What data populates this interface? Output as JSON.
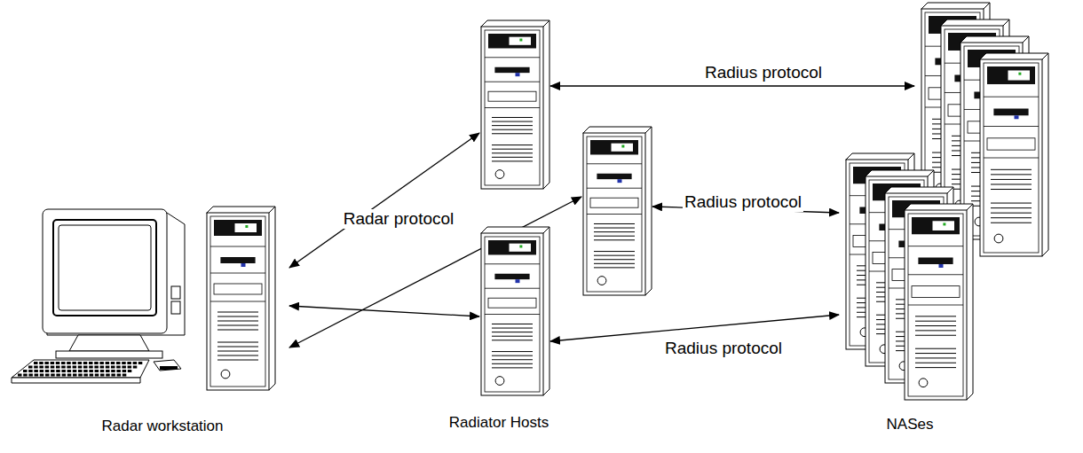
{
  "diagram": {
    "nodes": [
      {
        "text": [
          "Radar workstation"
        ]
      },
      {
        "text": [
          "Radiator Hosts"
        ]
      },
      {
        "text": [],
        "in": 1
      },
      {
        "text": [],
        "in": 1
      },
      {
        "text": [],
        "in": 1
      },
      {
        "text": [
          "NASes"
        ]
      },
      {
        "text": [],
        "in": 5
      },
      {
        "text": [],
        "in": 5
      }
    ],
    "edges": [
      {
        "from": 0,
        "to": 2,
        "arrow": "both"
      },
      {
        "from": 0,
        "to": 3,
        "label": "Radar protocol",
        "arrow": "both"
      },
      {
        "from": 0,
        "to": 4,
        "arrow": "both"
      },
      {
        "from": 2,
        "to": 6,
        "label": "Radius protocol",
        "arrow": "both"
      },
      {
        "from": 3,
        "to": 7,
        "label": "Radius protocol",
        "arrow": "both"
      },
      {
        "from": 4,
        "to": 7,
        "label": "Radius protocol",
        "arrow": "both"
      }
    ]
  }
}
